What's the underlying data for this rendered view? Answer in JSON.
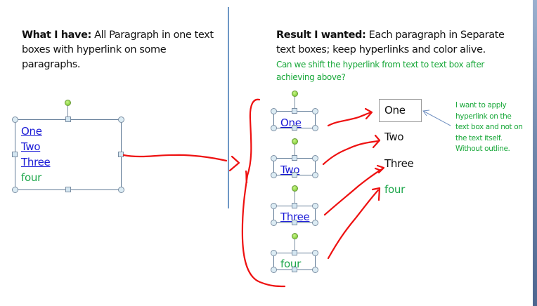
{
  "left_panel": {
    "heading_bold": "What I have:",
    "heading_rest_line1": " All Paragraph in one text",
    "heading_line2": "boxes with hyperlink on some paragraphs.",
    "textbox": {
      "paragraphs": [
        {
          "text": "One",
          "style": "hyperlink"
        },
        {
          "text": "Two",
          "style": "hyperlink"
        },
        {
          "text": "Three",
          "style": "hyperlink"
        },
        {
          "text": "four",
          "style": "green"
        }
      ]
    }
  },
  "right_panel": {
    "heading_bold": "Result I wanted:",
    "heading_rest_line1": " Each paragraph in Separate",
    "heading_line2": "text boxes; keep hyperlinks and color alive.",
    "question_line1": "Can we shift the hyperlink from text to text box after",
    "question_line2": "achieving above?",
    "separate_boxes": [
      {
        "text": "One",
        "style": "hyperlink"
      },
      {
        "text": "Two",
        "style": "hyperlink"
      },
      {
        "text": "Three",
        "style": "hyperlink"
      },
      {
        "text": "four",
        "style": "green"
      }
    ],
    "desired_result": [
      {
        "text": "One",
        "outlined": true
      },
      {
        "text": "Two",
        "outlined": false
      },
      {
        "text": "Three",
        "outlined": false
      },
      {
        "text": "four",
        "outlined": false,
        "style": "green"
      }
    ],
    "side_note_lines": [
      "I want to apply",
      "hyperlink on the",
      "text box and not on",
      "the text itself.",
      "Without outline."
    ]
  },
  "colors": {
    "hyperlink": "#1a1ad6",
    "green_text": "#1ca64a",
    "annotation_red": "#ee1111",
    "divider": "#6e97c5",
    "callout_arrow": "#6f8fc0"
  }
}
